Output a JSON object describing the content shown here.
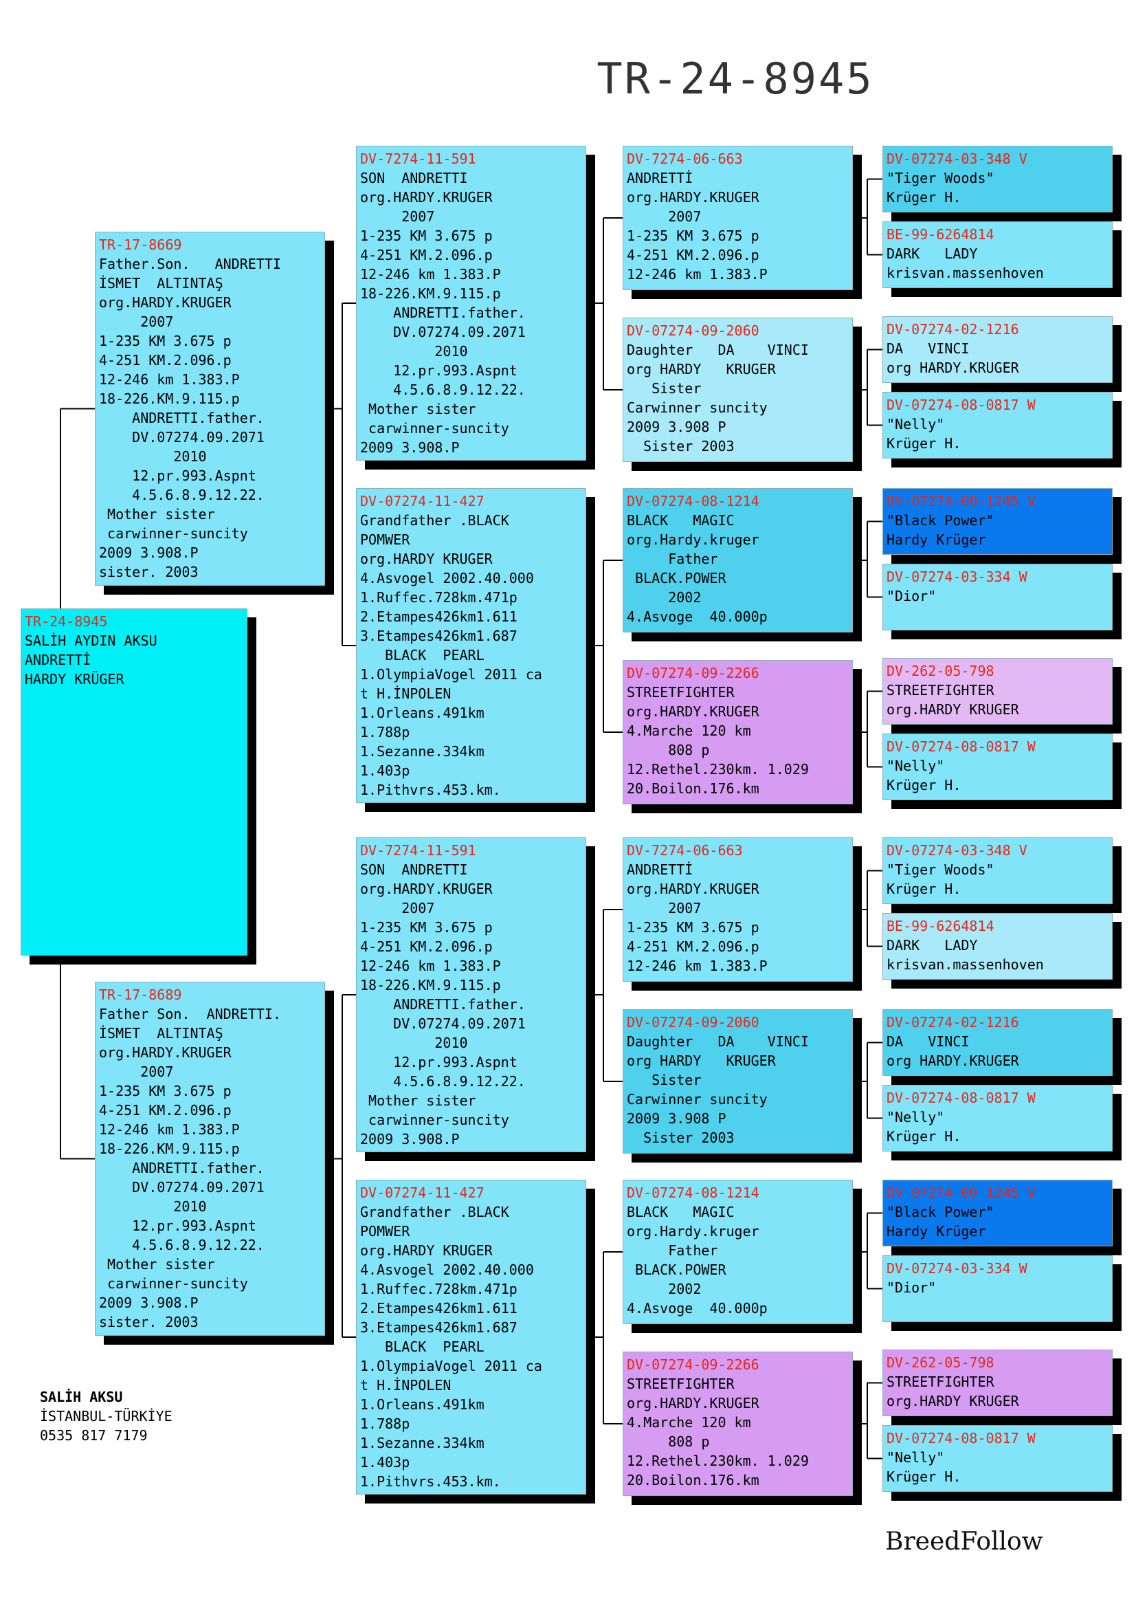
{
  "title": "TR-24-8945",
  "brand": "BreedFollow",
  "owner": {
    "name": "SALİH AKSU",
    "location": "İSTANBUL-TÜRKİYE",
    "phone": "0535 817 7179"
  },
  "colors": {
    "cyan": "#00f0f8",
    "light": "#81e4f8",
    "lighter": "#a9eafa",
    "mid": "#4fd0ec",
    "blue": "#0b79ee",
    "violet": "#d59cf2",
    "lilac": "#e2b9f3",
    "id_red": "#e8271a"
  },
  "cards": [
    {
      "key": "subject",
      "lines": [
        "TR-24-8945",
        "SALİH AYDIN AKSU",
        "ANDRETTİ",
        "HARDY KRÜGER"
      ]
    },
    {
      "key": "sire",
      "lines": [
        "TR-17-8669",
        "Father.Son.   ANDRETTI",
        "İSMET  ALTINTAŞ",
        "org.HARDY.KRUGER",
        "     2007",
        "1-235 KM 3.675 p",
        "4-251 KM.2.096.p",
        "12-246 km 1.383.P",
        "18-226.KM.9.115.p",
        "    ANDRETTI.father.",
        "    DV.07274.09.2071",
        "         2010",
        "    12.pr.993.Aspnt",
        "    4.5.6.8.9.12.22.",
        " Mother sister",
        " carwinner-suncity",
        "2009 3.908.P",
        "sister. 2003"
      ]
    },
    {
      "key": "dam",
      "lines": [
        "TR-17-8689",
        "Father Son.  ANDRETTI.",
        "İSMET  ALTINTAŞ",
        "org.HARDY.KRUGER",
        "     2007",
        "1-235 KM 3.675 p",
        "4-251 KM.2.096.p",
        "12-246 km 1.383.P",
        "18-226.KM.9.115.p",
        "    ANDRETTI.father.",
        "    DV.07274.09.2071",
        "         2010",
        "    12.pr.993.Aspnt",
        "    4.5.6.8.9.12.22.",
        " Mother sister",
        " carwinner-suncity",
        "2009 3.908.P",
        "sister. 2003"
      ]
    },
    {
      "key": "s1",
      "lines": [
        "DV-7274-11-591",
        "SON  ANDRETTI",
        "org.HARDY.KRUGER",
        "     2007",
        "1-235 KM 3.675 p",
        "4-251 KM.2.096.p",
        "12-246 km 1.383.P",
        "18-226.KM.9.115.p",
        "    ANDRETTI.father.",
        "    DV.07274.09.2071",
        "         2010",
        "    12.pr.993.Aspnt",
        "    4.5.6.8.9.12.22.",
        " Mother sister",
        " carwinner-suncity",
        "2009 3.908.P"
      ]
    },
    {
      "key": "s2",
      "lines": [
        "DV-07274-11-427",
        "Grandfather .BLACK",
        "POMWER",
        "org.HARDY KRUGER",
        "4.Asvogel 2002.40.000",
        "1.Ruffec.728km.471p",
        "2.Etampes426km1.611",
        "3.Etampes426km1.687",
        "   BLACK  PEARL",
        "1.OlympiaVogel 2011 ca",
        "t H.İNPOLEN",
        "1.Orleans.491km",
        "1.788p",
        "1.Sezanne.334km",
        "1.403p",
        "1.Pithvrs.453.km."
      ]
    },
    {
      "key": "s3",
      "lines": [
        "DV-7274-11-591",
        "SON  ANDRETTI",
        "org.HARDY.KRUGER",
        "     2007",
        "1-235 KM 3.675 p",
        "4-251 KM.2.096.p",
        "12-246 km 1.383.P",
        "18-226.KM.9.115.p",
        "    ANDRETTI.father.",
        "    DV.07274.09.2071",
        "         2010",
        "    12.pr.993.Aspnt",
        "    4.5.6.8.9.12.22.",
        " Mother sister",
        " carwinner-suncity",
        "2009 3.908.P"
      ]
    },
    {
      "key": "s4",
      "lines": [
        "DV-07274-11-427",
        "Grandfather .BLACK",
        "POMWER",
        "org.HARDY KRUGER",
        "4.Asvogel 2002.40.000",
        "1.Ruffec.728km.471p",
        "2.Etampes426km1.611",
        "3.Etampes426km1.687",
        "   BLACK  PEARL",
        "1.OlympiaVogel 2011 ca",
        "t H.İNPOLEN",
        "1.Orleans.491km",
        "1.788p",
        "1.Sezanne.334km",
        "1.403p",
        "1.Pithvrs.453.km."
      ]
    },
    {
      "key": "g1",
      "lines": [
        "DV-7274-06-663",
        "ANDRETTİ",
        "org.HARDY.KRUGER",
        "     2007",
        "1-235 KM 3.675 p",
        "4-251 KM.2.096.p",
        "12-246 km 1.383.P"
      ]
    },
    {
      "key": "g2",
      "lines": [
        "DV-07274-09-2060",
        "Daughter   DA    VINCI",
        "org HARDY   KRUGER",
        "   Sister",
        "Carwinner suncity",
        "2009 3.908 P",
        "  Sister 2003"
      ]
    },
    {
      "key": "g3",
      "lines": [
        "DV-07274-08-1214",
        "BLACK   MAGIC",
        "org.Hardy.kruger",
        "     Father",
        " BLACK.POWER",
        "     2002",
        "4.Asvoge  40.000p"
      ]
    },
    {
      "key": "g4",
      "lines": [
        "DV-07274-09-2266",
        "STREETFIGHTER",
        "org.HARDY.KRUGER",
        "4.Marche 120 km",
        "     808 p",
        "12.Rethel.230km. 1.029",
        "20.Boilon.176.km"
      ]
    },
    {
      "key": "g5",
      "lines": [
        "DV-7274-06-663",
        "ANDRETTİ",
        "org.HARDY.KRUGER",
        "     2007",
        "1-235 KM 3.675 p",
        "4-251 KM.2.096.p",
        "12-246 km 1.383.P"
      ]
    },
    {
      "key": "g6",
      "lines": [
        "DV-07274-09-2060",
        "Daughter   DA    VINCI",
        "org HARDY   KRUGER",
        "   Sister",
        "Carwinner suncity",
        "2009 3.908 P",
        "  Sister 2003"
      ]
    },
    {
      "key": "g7",
      "lines": [
        "DV-07274-08-1214",
        "BLACK   MAGIC",
        "org.Hardy.kruger",
        "     Father",
        " BLACK.POWER",
        "     2002",
        "4.Asvoge  40.000p"
      ]
    },
    {
      "key": "g8",
      "lines": [
        "DV-07274-09-2266",
        "STREETFIGHTER",
        "org.HARDY.KRUGER",
        "4.Marche 120 km",
        "     808 p",
        "12.Rethel.230km. 1.029",
        "20.Boilon.176.km"
      ]
    },
    {
      "key": "h1",
      "lines": [
        "DV-07274-03-348 V",
        "\"Tiger Woods\"",
        "Krüger H."
      ]
    },
    {
      "key": "h2",
      "lines": [
        "BE-99-6264814",
        "DARK   LADY",
        "krisvan.massenhoven"
      ]
    },
    {
      "key": "h3",
      "lines": [
        "DV-07274-02-1216",
        "DA   VINCI",
        "org HARDY.KRUGER"
      ]
    },
    {
      "key": "h4",
      "lines": [
        "DV-07274-08-0817 W",
        "\"Nelly\"",
        "Krüger H."
      ]
    },
    {
      "key": "h5",
      "lines": [
        "DV-07274-00-1245 V",
        "\"Black Power\"",
        "Hardy Krüger"
      ]
    },
    {
      "key": "h6",
      "lines": [
        "DV-07274-03-334 W",
        "\"Dior\""
      ]
    },
    {
      "key": "h7",
      "lines": [
        "DV-262-05-798",
        "STREETFIGHTER",
        "org.HARDY KRUGER"
      ]
    },
    {
      "key": "h8",
      "lines": [
        "DV-07274-08-0817 W",
        "\"Nelly\"",
        "Krüger H."
      ]
    },
    {
      "key": "h9",
      "lines": [
        "DV-07274-03-348 V",
        "\"Tiger Woods\"",
        "Krüger H."
      ]
    },
    {
      "key": "h10",
      "lines": [
        "BE-99-6264814",
        "DARK   LADY",
        "krisvan.massenhoven"
      ]
    },
    {
      "key": "h11",
      "lines": [
        "DV-07274-02-1216",
        "DA   VINCI",
        "org HARDY.KRUGER"
      ]
    },
    {
      "key": "h12",
      "lines": [
        "DV-07274-08-0817 W",
        "\"Nelly\"",
        "Krüger H."
      ]
    },
    {
      "key": "h13",
      "lines": [
        "DV-07274-00-1245 V",
        "\"Black Power\"",
        "Hardy Krüger"
      ]
    },
    {
      "key": "h14",
      "lines": [
        "DV-07274-03-334 W",
        "\"Dior\""
      ]
    },
    {
      "key": "h15",
      "lines": [
        "DV-262-05-798",
        "STREETFIGHTER",
        "org.HARDY KRUGER"
      ]
    },
    {
      "key": "h16",
      "lines": [
        "DV-07274-08-0817 W",
        "\"Nelly\"",
        "Krüger H."
      ]
    }
  ]
}
